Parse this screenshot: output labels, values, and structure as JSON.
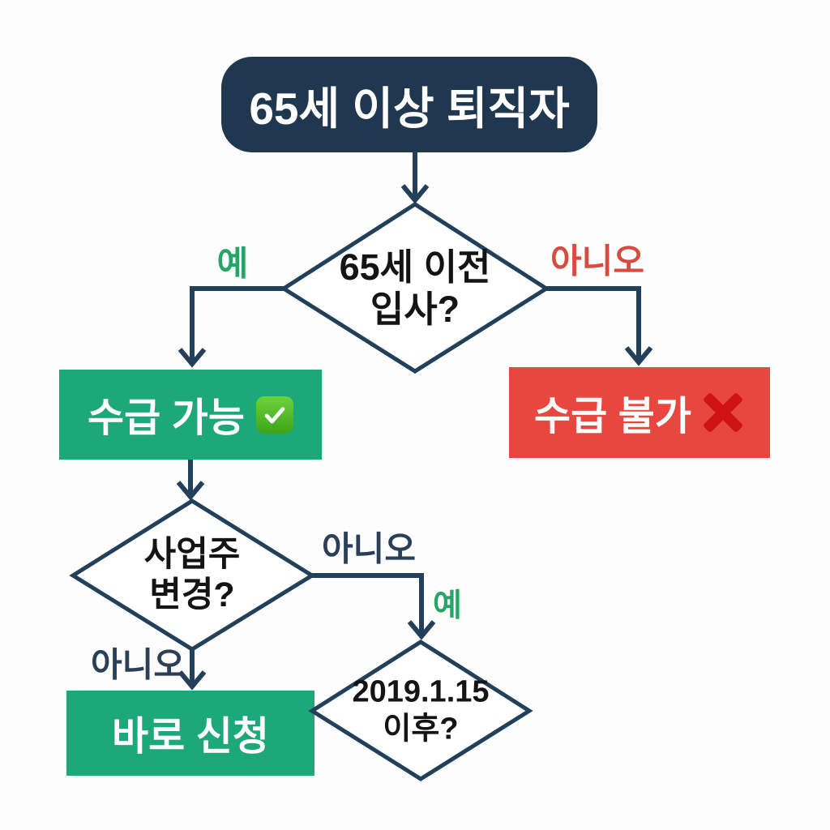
{
  "flowchart": {
    "start_node": {
      "label": "65세 이상 퇴직자"
    },
    "decisions": {
      "joined_before_65": {
        "lines": [
          "65세 이전",
          "입사?"
        ]
      },
      "employer_changed": {
        "lines": [
          "사업주",
          "변경?"
        ]
      },
      "after_2019_1_15": {
        "lines": [
          "2019.1.15",
          "이후?"
        ]
      }
    },
    "outcomes": {
      "eligible": {
        "label": "수급 가능",
        "icon": "check-mark-button-emoji"
      },
      "ineligible": {
        "label": "수급 불가",
        "icon": "cross-mark-emoji"
      },
      "apply_now": {
        "label": "바로 신청"
      }
    },
    "edge_labels": {
      "d1_yes": "예",
      "d1_no": "아니오",
      "d2_right_no": "아니오",
      "d2_right_yes": "예",
      "d2_bottom_no": "아니오"
    },
    "colors": {
      "navy_node": "#20384f",
      "connector_navy": "#23405a",
      "green_node": "#1ca878",
      "red_node": "#e7473e",
      "label_green": "#27a567",
      "label_red": "#d94b41",
      "label_navy": "#2b3f58",
      "cross_red": "#ce1312",
      "check_green": "#3ba51a",
      "background": "#fdfdfd",
      "diamond_text": "#141414"
    }
  }
}
